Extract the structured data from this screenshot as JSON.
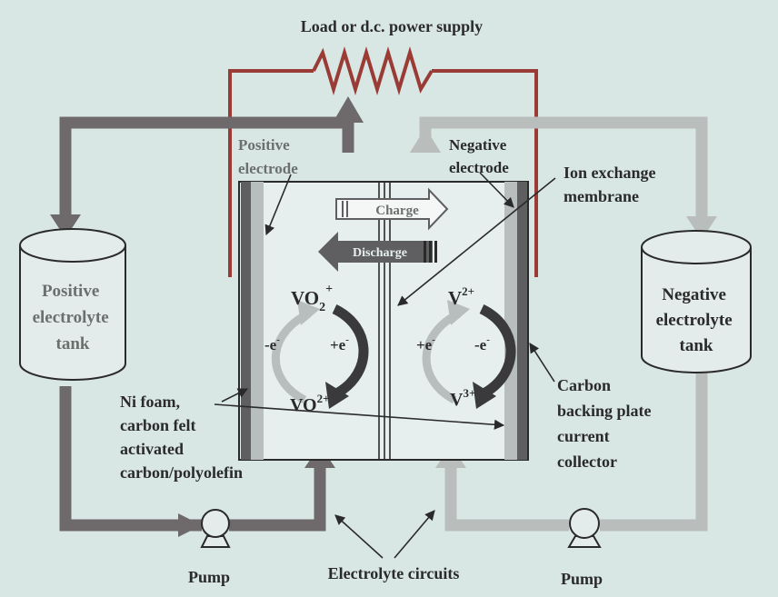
{
  "labels": {
    "load": "Load or d.c. power supply",
    "positive_electrode": [
      "Positive",
      "electrode"
    ],
    "negative_electrode": [
      "Negative",
      "electrode"
    ],
    "ion_exchange": [
      "Ion exchange",
      "membrane"
    ],
    "positive_tank": [
      "Positive",
      "electrolyte",
      "tank"
    ],
    "negative_tank": [
      "Negative",
      "electrolyte",
      "tank"
    ],
    "charge": "Charge",
    "discharge": "Discharge",
    "ni_foam": [
      "Ni foam,",
      "carbon felt",
      "activated",
      "carbon/polyolefin"
    ],
    "carbon_backing": [
      "Carbon",
      "backing plate",
      "current",
      "collector"
    ],
    "pump_left": "Pump",
    "pump_right": "Pump",
    "electrolyte_circuits": "Electrolyte circuits"
  },
  "ions": {
    "vo2_plus": {
      "base": "VO",
      "sub": "2",
      "sup": "+"
    },
    "vo_2plus": {
      "base": "VO",
      "sup": "2+"
    },
    "v_2plus": {
      "base": "V",
      "sup": "2+"
    },
    "v_3plus": {
      "base": "V",
      "sup": "3+"
    }
  },
  "electrons": {
    "pos_left": "-e",
    "pos_right": "+e",
    "neg_left": "+e",
    "neg_right": "-e",
    "sup": "-"
  },
  "colors": {
    "background": "#d9e7e4",
    "positive_circuit": "#6e6a6c",
    "negative_circuit": "#b9bebd",
    "wire": "#9a3b36",
    "dark": "#2a2a2a"
  }
}
